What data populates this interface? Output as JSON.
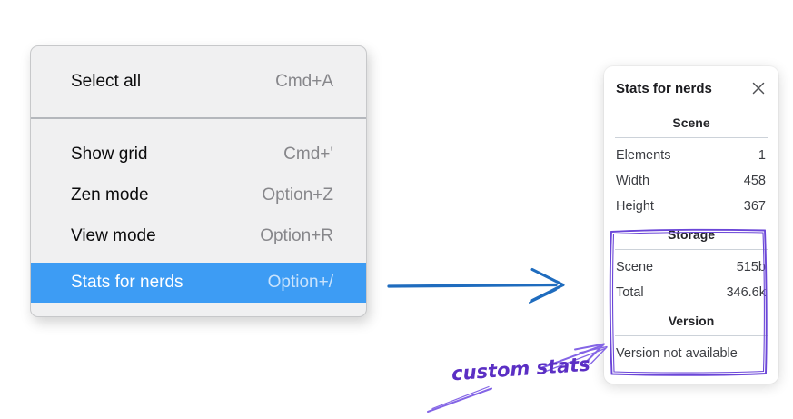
{
  "context_menu": {
    "items": [
      {
        "label": "Select all",
        "shortcut": "Cmd+A",
        "selected": false
      },
      {
        "label": "Show grid",
        "shortcut": "Cmd+'",
        "selected": false
      },
      {
        "label": "Zen mode",
        "shortcut": "Option+Z",
        "selected": false
      },
      {
        "label": "View mode",
        "shortcut": "Option+R",
        "selected": false
      },
      {
        "label": "Stats for nerds",
        "shortcut": "Option+/",
        "selected": true
      }
    ]
  },
  "stats_panel": {
    "title": "Stats for nerds",
    "sections": [
      {
        "heading": "Scene",
        "rows": [
          {
            "label": "Elements",
            "value": "1"
          },
          {
            "label": "Width",
            "value": "458"
          },
          {
            "label": "Height",
            "value": "367"
          }
        ]
      },
      {
        "heading": "Storage",
        "rows": [
          {
            "label": "Scene",
            "value": "515b"
          },
          {
            "label": "Total",
            "value": "346.6k"
          }
        ]
      },
      {
        "heading": "Version",
        "note": "Version not available"
      }
    ]
  },
  "annotations": {
    "custom_stats_label": "custom stats"
  },
  "colors": {
    "menu-highlight": "#3d9cf4",
    "arrow-blue": "#1f6cbe",
    "annotation-purple": "#6b46d8",
    "annotation-light-purple": "#8465e6",
    "annotation-text": "#5b2fc4"
  }
}
